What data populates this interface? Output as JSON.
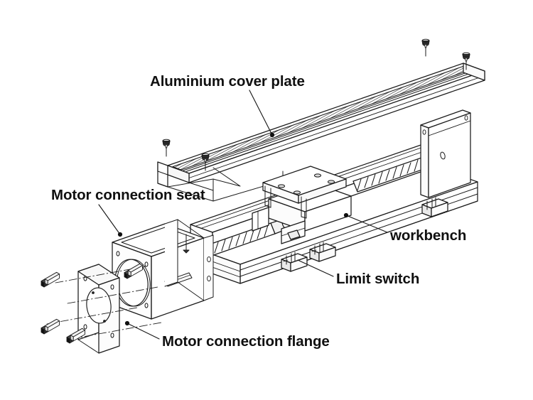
{
  "figure": {
    "kind": "exploded-assembly-drawing",
    "subject": "Linear ball-screw slide module",
    "background_color": "#ffffff",
    "line_color": "#1a1a1a",
    "label_color": "#101010"
  },
  "labels": {
    "cover_plate": "Aluminium cover plate",
    "motor_seat": "Motor connection seat",
    "workbench": "workbench",
    "limit_switch": "Limit switch",
    "motor_flange": "Motor connection flange"
  },
  "parts": [
    {
      "name": "Aluminium cover plate",
      "count": 1,
      "note": "long ribbed isometric slab shown lifted above the rail"
    },
    {
      "name": "Cover plate screws",
      "count": 4,
      "note": "cap-head fasteners above the plate corners"
    },
    {
      "name": "Base rail / extrusion body",
      "count": 1
    },
    {
      "name": "Ball screw",
      "count": 1,
      "note": "helical threaded shaft inside the rail"
    },
    {
      "name": "Workbench carriage",
      "count": 1,
      "note": "flat top plate with four mounting holes"
    },
    {
      "name": "Limit switch",
      "count": 2,
      "note": "small blocks mounted on the front rail face"
    },
    {
      "name": "Motor connection seat",
      "count": 1,
      "note": "open box housing with large circular bore"
    },
    {
      "name": "Motor connection flange",
      "count": 1,
      "note": "square plate with central bore and corner holes"
    },
    {
      "name": "Flange bolts",
      "count": 4,
      "note": "exploded on dash-dot centrelines to the left"
    },
    {
      "name": "End plate",
      "count": 1,
      "note": "tall vertical plate at the right end of the rail"
    }
  ]
}
